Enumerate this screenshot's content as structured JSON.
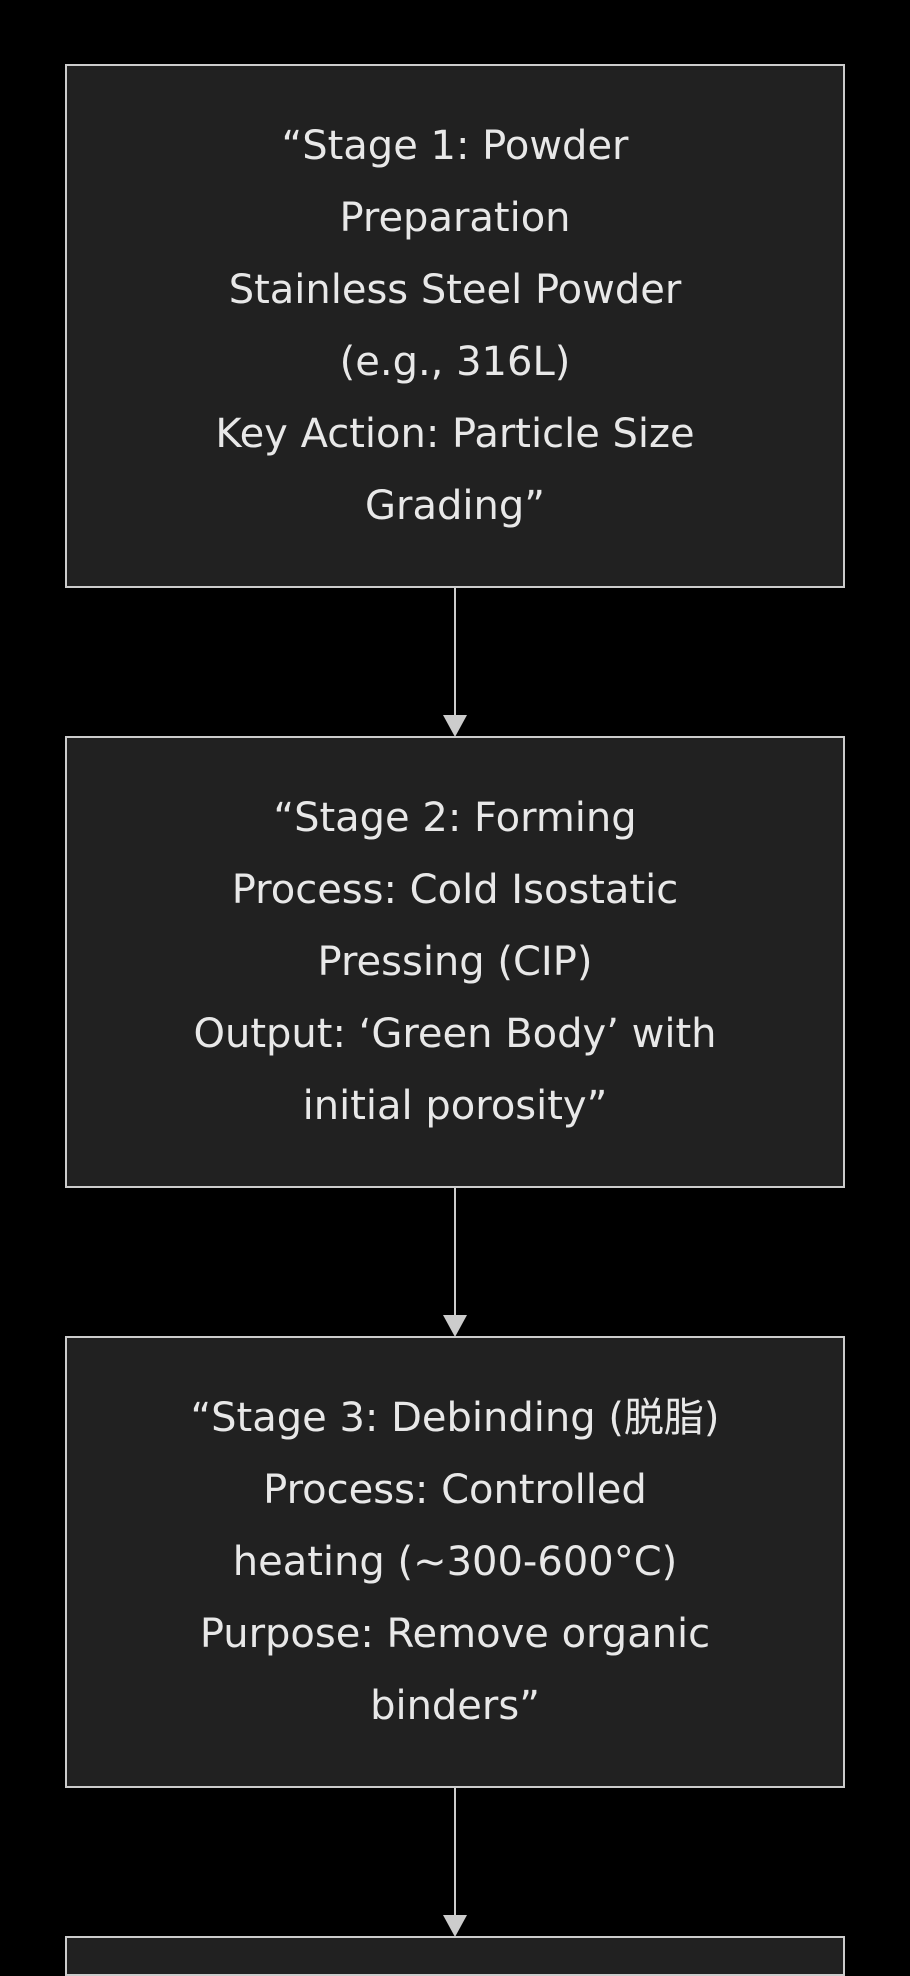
{
  "colors": {
    "background": "#000000",
    "node_fill": "#212121",
    "node_border": "#cccccc",
    "text": "#e8e8e8",
    "edge": "#cccccc"
  },
  "nodes": [
    {
      "lines": [
        "“Stage 1: Powder",
        "Preparation",
        "Stainless Steel Powder",
        "(e.g., 316L)",
        "Key Action: Particle Size",
        "Grading”"
      ]
    },
    {
      "lines": [
        "“Stage 2: Forming",
        "Process: Cold Isostatic",
        "Pressing (CIP)",
        "Output: ‘Green Body’ with",
        "initial porosity”"
      ]
    },
    {
      "lines": [
        "“Stage 3: Debinding (脱脂)",
        "Process: Controlled",
        "heating (~300-600°C)",
        "Purpose: Remove organic",
        "binders”"
      ]
    }
  ]
}
